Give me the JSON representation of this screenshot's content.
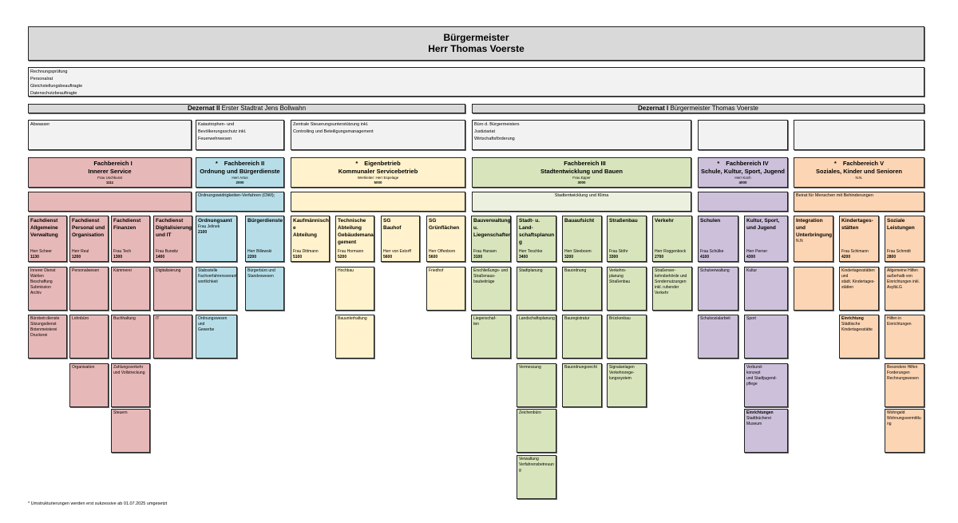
{
  "header": {
    "line1": "Bürgermeister",
    "line2": "Herr Thomas Voerste"
  },
  "staff": [
    "Rechnungsprüfung",
    "Personalrat",
    "Gleichstellungsbeauftragte",
    "Datenschutzbeauftragte"
  ],
  "dezernate": [
    {
      "bold": "Dezernat II",
      "rest": " Erster Stadtrat Jens Bollwahn"
    },
    {
      "bold": "Dezernat I",
      "rest": " Bürgermeister Thomas Voerste"
    }
  ],
  "plain_boxes": [
    "Abwasser",
    "Katastrophen- und\nBevölkerungsschutz inkl.\nFeuerwehrwesen",
    "Zentrale Steuerungsunterstützung inkl.\nControlling und Beteiligungsmanagement",
    "Büro d. Bürgermeisters\nJustiziariat\nWirtschaftsförderung",
    "",
    ""
  ],
  "colors": {
    "red": "#e6b8b7",
    "cyan": "#b7dee8",
    "yellow": "#fff2cc",
    "green": "#d8e4bc",
    "green_light": "#ebf1de",
    "purple": "#ccc0da",
    "orange": "#fcd5b4"
  },
  "fachbereiche": [
    {
      "star": "",
      "name1": "Fachbereich I",
      "name2": "Innerer Service",
      "head": "Frau Uschkurat",
      "num": "1111",
      "color": "red"
    },
    {
      "star": "*",
      "name1": "Fachbereich II",
      "name2": "Ordnung und Bürgerdienste",
      "head": "Herr Artus",
      "num": "2000",
      "color": "cyan"
    },
    {
      "star": "*",
      "name1": "Eigenbetrieb",
      "name2": "Kommunaler Servicebetrieb",
      "head": "Werkleiter: Herr Espelage",
      "num": "5000",
      "color": "yellow"
    },
    {
      "star": "",
      "name1": "Fachbereich III",
      "name2": "Stadtentwicklung und Bauen",
      "head": "Frau Epper",
      "num": "3000",
      "color": "green"
    },
    {
      "star": "*",
      "name1": "Fachbereich IV",
      "name2": "Schule, Kultur, Sport, Jugend",
      "head": "Herr Koch",
      "num": "4000",
      "color": "purple"
    },
    {
      "star": "*",
      "name1": "Fachbereich V",
      "name2": "Soziales, Kinder und Senioren",
      "head": "N.N.",
      "num": "",
      "color": "orange"
    }
  ],
  "bands": [
    {
      "text": "",
      "color": "red"
    },
    {
      "text": "Ordnungswidrigkeiten-Verfahren (OWi);",
      "color": "cyan"
    },
    {
      "text": "",
      "color": "yellow"
    },
    {
      "text": "Stadtentwicklung und Klima",
      "color": "green_light"
    },
    {
      "text": "",
      "color": "purple"
    },
    {
      "text": "Beirat für Menschen mit Behinderungen",
      "color": "orange"
    }
  ],
  "units": [
    {
      "title": "Fachdienst\nAllgemeine\nVerwaltung",
      "person": "Herr Scheer",
      "num": "1130",
      "color": "red",
      "subs": [
        {
          "text": "Innerer Dienst\nWahlen\nBeschaffung\nSubmission\nArchiv"
        },
        {
          "text": "Bürobetr.dienste\nSitzungsdienst\nBotenmeisterei\nDruckerei"
        }
      ]
    },
    {
      "title": "Fachdienst\nPersonal und\nOrganisation",
      "person": "Herr Reul",
      "num": "1200",
      "color": "red",
      "subs": [
        {
          "text": "Personalwesen"
        },
        {
          "text": "Lohnbüro"
        },
        {
          "text": "Organisation"
        }
      ]
    },
    {
      "title": "Fachdienst\nFinanzen",
      "person": "Frau Tech",
      "num": "1300",
      "color": "red",
      "subs": [
        {
          "text": "Kämmerei"
        },
        {
          "text": "Buchhaltung"
        },
        {
          "text": "Zahlungsverkehr\nund Vollstreckung"
        },
        {
          "text": "Steuern"
        }
      ]
    },
    {
      "title": "Fachdienst\nDigitalisierung\nund IT",
      "person": "Frau Burwitz",
      "num": "1400",
      "color": "red",
      "subs": [
        {
          "text": "Digitalisierung"
        },
        {
          "text": "IT"
        }
      ]
    },
    {
      "title": "Ordnungsamt",
      "person": "Frau Jelinek",
      "num": "2100",
      "color": "cyan",
      "subs": [
        {
          "text": "Stabsstelle\nFachverfahrensverant\nwortlichkeit"
        },
        {
          "text": "Ordnungswesen und\nGewerbe"
        }
      ]
    },
    {
      "title": "Bürgerdienste",
      "person": "Herr Billewski",
      "num": "2200",
      "color": "cyan",
      "subs": [
        {
          "text": "Bürgerbüro und\nStandeswesen"
        }
      ]
    },
    {
      "title": "Kaufmännisch\ne\nAbteilung",
      "person": "Frau Dittmann",
      "num": "5100",
      "color": "yellow",
      "subs": []
    },
    {
      "title": "Technische\nAbteilung\nGebäudemana\ngement",
      "person": "Frau Hormann",
      "num": "5200",
      "color": "yellow",
      "subs": [
        {
          "text": "Hochbau"
        },
        {
          "text": "Bauunterhaltung"
        }
      ]
    },
    {
      "title": "SG\nBauhof",
      "person": "Herr von Estorff",
      "num": "5600",
      "color": "yellow",
      "subs": []
    },
    {
      "title": "SG\nGrünflächen",
      "person": "Herr Offenborn",
      "num": "5600",
      "color": "yellow",
      "subs": [
        {
          "text": "Friedhof"
        }
      ]
    },
    {
      "title": "Bauverwaltung\nu.\nLiegenschaften",
      "person": "Frau Hansen",
      "num": "3100",
      "color": "green",
      "subs": [
        {
          "text": "Erschließungs- und\nStraßenaus-\nbaubeiträge"
        },
        {
          "text": "Liegenschaf-\nten"
        }
      ]
    },
    {
      "title": "Stadt- u. Land-\nschaftsplanun\ng",
      "person": "Herr Teschke",
      "num": "3400",
      "color": "green",
      "subs": [
        {
          "text": "Stadtplanung"
        },
        {
          "text": "Landschaftsplanung"
        },
        {
          "text": "Vermessung"
        },
        {
          "text": "Zeichenbüro"
        },
        {
          "text": "Verwaltung\nVerfahrensbetreuun\ng"
        }
      ]
    },
    {
      "title": "Bauaufsicht",
      "person": "Herr Sleeboom",
      "num": "3200",
      "color": "green",
      "subs": [
        {
          "text": "Bauordnung"
        },
        {
          "text": "Bauregistratur"
        },
        {
          "text": "Bauordnungsrecht"
        }
      ]
    },
    {
      "title": "Straßenbau",
      "person": "Frau Stöhr",
      "num": "3300",
      "color": "green",
      "subs": [
        {
          "text": "Verkehrs-\nplanung\nStraßenbau"
        },
        {
          "text": "Brückenbau"
        },
        {
          "text": "Signalanlagen\nVerkehrsrege-\nlungssystem"
        }
      ]
    },
    {
      "title": "Verkehr",
      "person": "Herr Roggenbock",
      "num": "2700",
      "color": "green",
      "subs": [
        {
          "text": "Straßenver-\nkehrsbehörde und\nSondernutzungen\ninkl. ruhender\nVerkehr"
        }
      ]
    },
    {
      "title": "Schulen",
      "person": "Frau Schülke",
      "num": "4100",
      "color": "purple",
      "subs": [
        {
          "text": "Schulverwaltung"
        },
        {
          "text": "Schulsozialarbeit"
        }
      ]
    },
    {
      "title": "Kultur, Sport,\nund Jugend",
      "person": "Herr Perner",
      "num": "4300",
      "color": "purple",
      "subs": [
        {
          "text": "Kultur"
        },
        {
          "text": "Sport"
        },
        {
          "text": "Verbund-\nkonzept\nund Stadtjugend-\npflege"
        },
        {
          "bold": "Einrichtungen",
          "text": "Stadtbücherei\nMuseum"
        }
      ]
    },
    {
      "title": "Integration und\nUnterbringung",
      "person": "N.N",
      "num": "",
      "color": "orange",
      "subs": [
        {
          "text": ""
        }
      ]
    },
    {
      "title": "Kindertages-\nstätten",
      "person": "Frau Schimann",
      "num": "4200",
      "color": "orange",
      "subs": [
        {
          "text": "Kindertagesstätten\nund\nstädt. Kindertages-\nstätten"
        },
        {
          "bold": "Einrichtung",
          "text": "Städtische\nKindertagesstätte"
        }
      ]
    },
    {
      "title": "Soziale\nLeistungen",
      "person": "Frau Schmidt",
      "num": "2800",
      "color": "orange",
      "subs": [
        {
          "text": "Allgemeine Hilfen\naußerhalb von\nEinrichtungen inkl.\nAsylbLG"
        },
        {
          "text": "Hilfen in\nEinrichtungen"
        },
        {
          "text": "Besondere Hilfen\nForderungen\nRechnungswesen"
        },
        {
          "text": "Wohngeld\nWohnungsvermittlu\nng"
        }
      ]
    }
  ],
  "footnote": "* Umstrukturierungen werden erst sukzessive ab 01.07.2025 umgesetzt"
}
